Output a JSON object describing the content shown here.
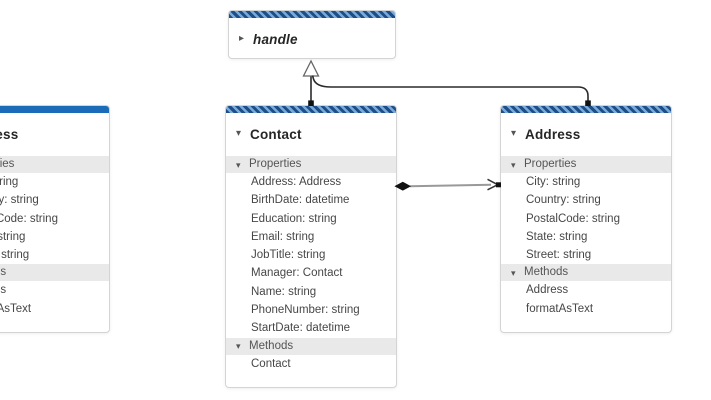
{
  "icons": {
    "expander_expanded": "▾",
    "expander_collapsed": "▸"
  },
  "colors": {
    "header_stripe_dark": "#1d4e89",
    "header_stripe_light": "#7aabd8",
    "header_solid_blue": "#1a6cb8",
    "section_band_gray": "#e9e9e9",
    "aggregation_line": "#999999",
    "generalization_line": "#2a2a2a"
  },
  "nodes": {
    "handle": {
      "title": "handle",
      "collapsed": true,
      "sections": []
    },
    "contact": {
      "title": "Contact",
      "collapsed": false,
      "sections": [
        {
          "label": "Properties",
          "items": [
            "Address: Address",
            "BirthDate: datetime",
            "Education: string",
            "Email: string",
            "JobTitle: string",
            "Manager: Contact",
            "Name: string",
            "PhoneNumber: string",
            "StartDate: datetime"
          ]
        },
        {
          "label": "Methods",
          "items": [
            "Contact"
          ]
        }
      ]
    },
    "address": {
      "title": "Address",
      "collapsed": false,
      "sections": [
        {
          "label": "Properties",
          "items": [
            "City: string",
            "Country: string",
            "PostalCode: string",
            "State: string",
            "Street: string"
          ]
        },
        {
          "label": "Methods",
          "items": [
            "Address",
            "formatAsText"
          ]
        }
      ]
    },
    "address2": {
      "title": "Address",
      "collapsed": false,
      "sections": [
        {
          "label": "Properties",
          "items": [
            "City: string",
            "Country: string",
            "PostalCode: string",
            "State: string",
            "Street: string"
          ]
        },
        {
          "label": "Methods",
          "items": [
            "Address",
            "formatAsText"
          ]
        }
      ]
    }
  },
  "links": [
    {
      "type": "generalization",
      "from": "Contact",
      "to": "handle"
    },
    {
      "type": "generalization",
      "from": "Address",
      "to": "handle"
    },
    {
      "type": "aggregation",
      "from": "Contact",
      "to": "Address"
    }
  ]
}
